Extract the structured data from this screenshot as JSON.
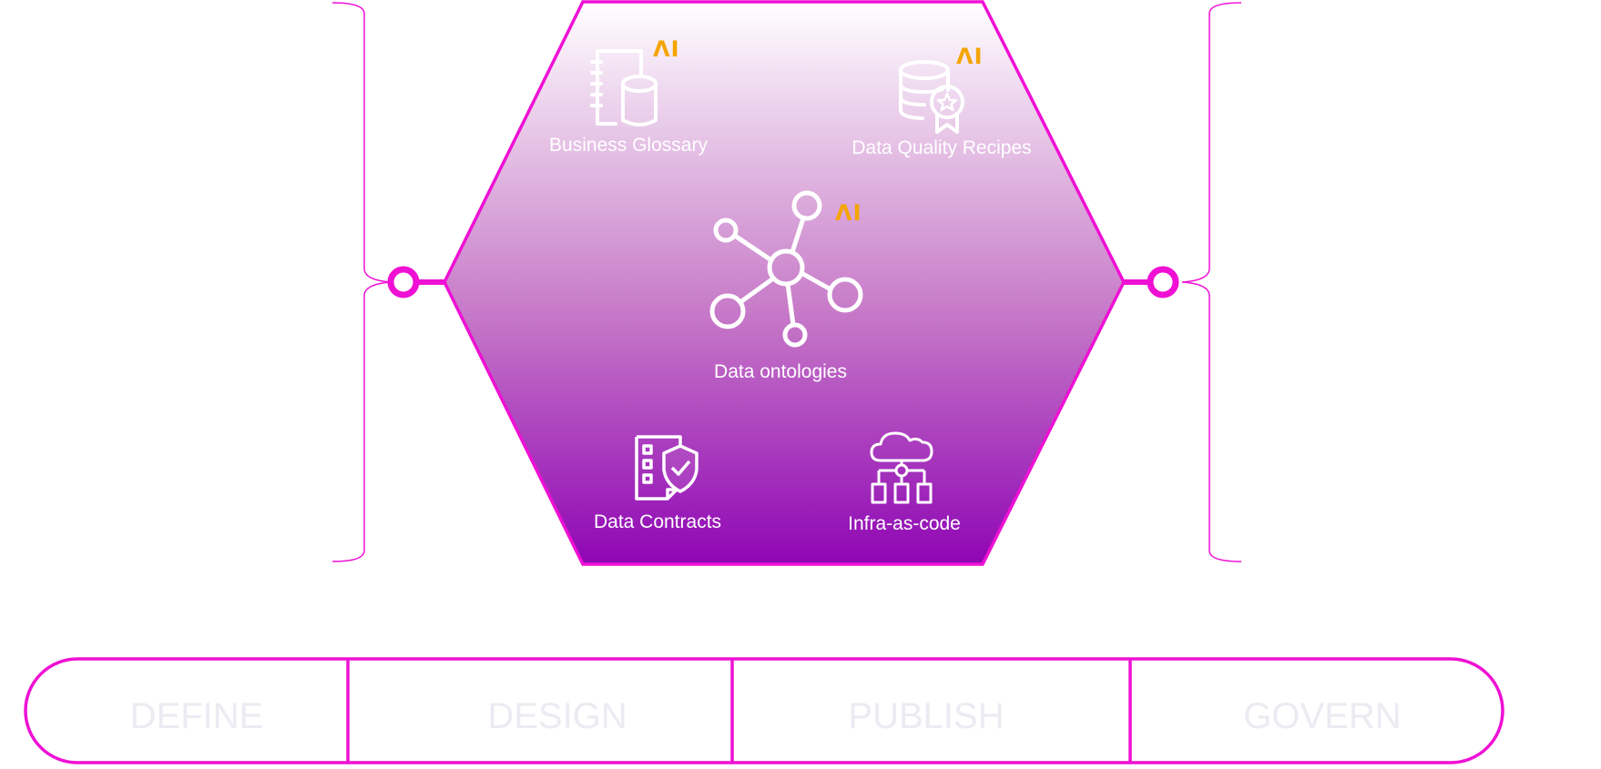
{
  "colors": {
    "accent": "#ef10d4",
    "gradient_top": "#ffffff",
    "gradient_bottom": "#8f06b4",
    "ai_badge": "#f5a400",
    "stage_text": "#ebebf2"
  },
  "hexagon": {
    "items": [
      {
        "label": "Business Glossary",
        "icon": "glossary-database-icon",
        "ai": "ΛI"
      },
      {
        "label": "Data Quality Recipes",
        "icon": "database-badge-icon",
        "ai": "ΛI"
      },
      {
        "label": "Data ontologies",
        "icon": "network-nodes-icon",
        "ai": "ΛI"
      },
      {
        "label": "Data Contracts",
        "icon": "checklist-shield-icon"
      },
      {
        "label": "Infra-as-code",
        "icon": "cloud-hierarchy-icon"
      }
    ]
  },
  "stages": [
    {
      "label": "DEFINE"
    },
    {
      "label": "DESIGN"
    },
    {
      "label": "PUBLISH"
    },
    {
      "label": "GOVERN"
    }
  ]
}
